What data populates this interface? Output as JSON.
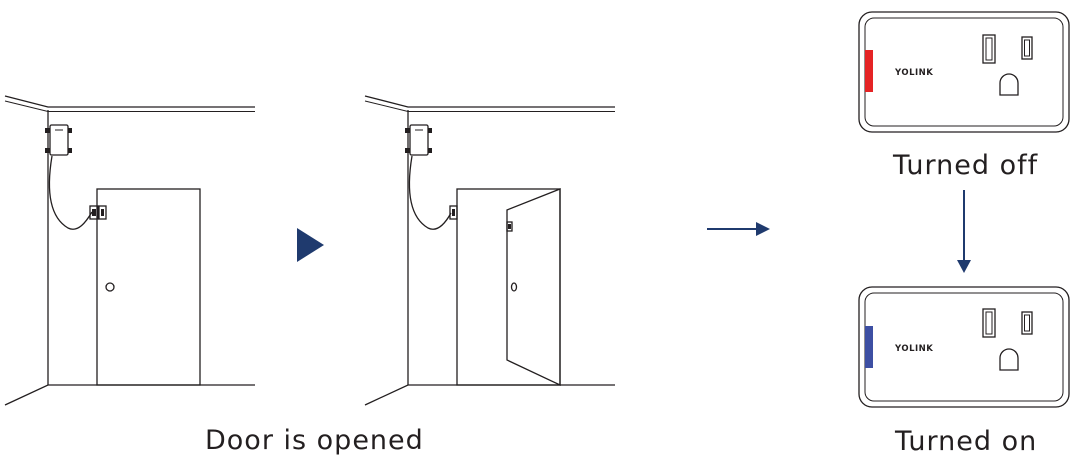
{
  "captions": {
    "door_opened": "Door is opened",
    "turned_off": "Turned off",
    "turned_on": "Turned on"
  },
  "outlet": {
    "brand_label": "YOLINK"
  },
  "colors": {
    "indicator_off": "#e52325",
    "indicator_on": "#3d4fa3",
    "play_arrow": "#1f3a6e",
    "flow_arrow": "#1f3a6e",
    "line": "#231f20"
  },
  "icons": {
    "sequence_arrow": "play-triangle-icon",
    "flow_arrow_right": "arrow-right-icon",
    "flow_arrow_down": "arrow-down-icon"
  }
}
